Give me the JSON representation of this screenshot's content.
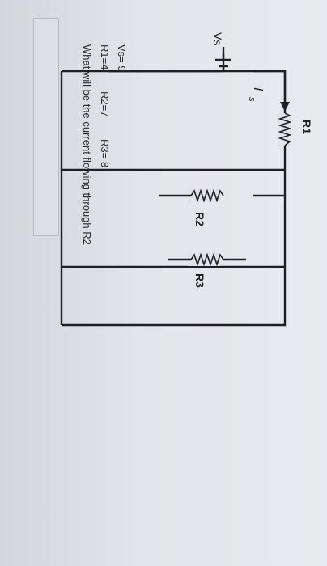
{
  "circuit": {
    "source_label": "Vs",
    "current_label": "I",
    "current_subscript": "s",
    "resistors": [
      "R1",
      "R2",
      "R3"
    ]
  },
  "given": {
    "vs": "Vs= 9",
    "r1": "R1=4",
    "r2": "R2=7",
    "r3": "R3= 8"
  },
  "question": "What will be the current flowing through R2",
  "answer": {
    "value": ""
  }
}
